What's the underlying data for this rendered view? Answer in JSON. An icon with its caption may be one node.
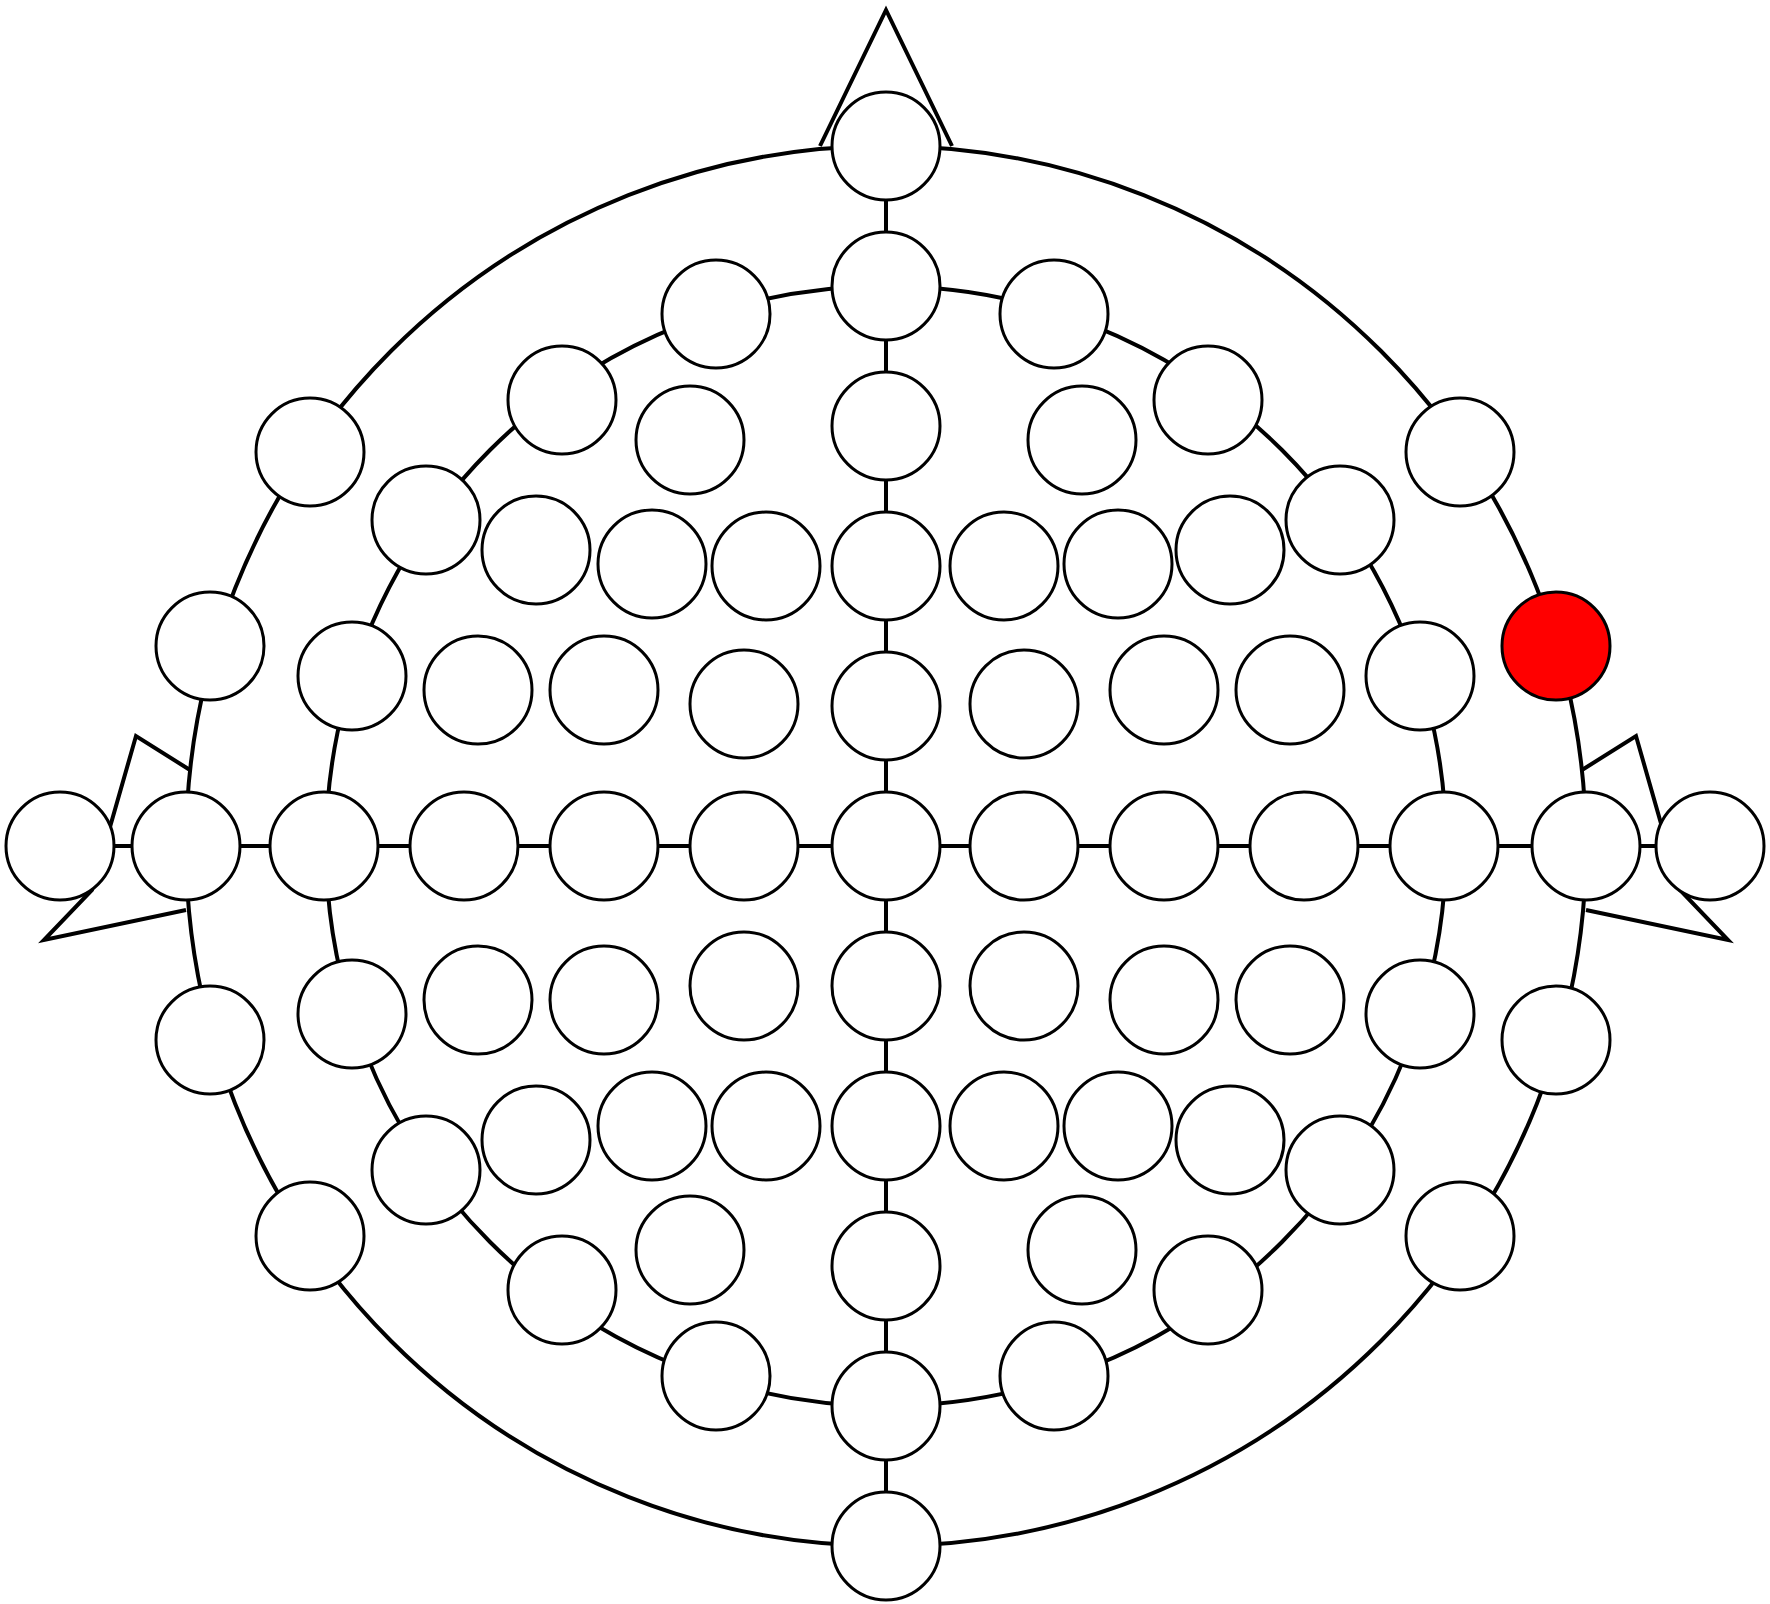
{
  "diagram": {
    "nodes": [
      {
        "text": [],
        "shape": "circle"
      },
      {
        "text": [],
        "shape": "circle"
      },
      {
        "text": [],
        "shape": "circle"
      },
      {
        "text": [],
        "shape": "circle"
      },
      {
        "text": [],
        "shape": "circle"
      },
      {
        "text": [],
        "shape": "circle"
      },
      {
        "text": [],
        "shape": "circle"
      },
      {
        "text": [],
        "shape": "circle"
      },
      {
        "text": [],
        "shape": "circle"
      },
      {
        "text": [],
        "shape": "circle"
      },
      {
        "text": [],
        "shape": "circle"
      },
      {
        "text": [],
        "shape": "circle"
      },
      {
        "text": [],
        "shape": "circle"
      },
      {
        "text": [],
        "shape": "circle"
      },
      {
        "text": [],
        "shape": "circle"
      },
      {
        "text": [],
        "shape": "circle"
      },
      {
        "text": [],
        "shape": "circle"
      },
      {
        "text": [],
        "shape": "circle"
      },
      {
        "text": [],
        "shape": "circle"
      },
      {
        "text": [],
        "shape": "circle"
      },
      {
        "text": [],
        "shape": "circle"
      },
      {
        "text": [],
        "shape": "circle"
      },
      {
        "text": [],
        "shape": "circle"
      },
      {
        "text": [],
        "shape": "circle"
      },
      {
        "text": [],
        "shape": "circle"
      },
      {
        "text": [],
        "shape": "circle"
      },
      {
        "text": [],
        "shape": "circle"
      },
      {
        "text": [],
        "shape": "circle"
      },
      {
        "text": [],
        "shape": "circle"
      },
      {
        "text": [],
        "shape": "circle"
      },
      {
        "text": [],
        "shape": "circle"
      },
      {
        "text": [],
        "shape": "circle"
      },
      {
        "text": [],
        "shape": "circle"
      },
      {
        "text": [],
        "shape": "circle"
      },
      {
        "text": [],
        "shape": "circle"
      },
      {
        "text": [],
        "shape": "circle"
      },
      {
        "text": [],
        "shape": "circle"
      },
      {
        "text": [],
        "shape": "circle"
      },
      {
        "text": [],
        "shape": "circle"
      },
      {
        "text": [],
        "shape": "circle"
      },
      {
        "text": [],
        "shape": "circle"
      },
      {
        "text": [],
        "shape": "circle"
      },
      {
        "text": [],
        "shape": "circle"
      },
      {
        "text": [],
        "shape": "circle"
      },
      {
        "text": [],
        "shape": "circle"
      },
      {
        "text": [],
        "shape": "circle"
      },
      {
        "text": [],
        "shape": "circle"
      },
      {
        "text": [],
        "shape": "circle"
      },
      {
        "text": [],
        "shape": "circle"
      },
      {
        "text": [],
        "shape": "circle"
      },
      {
        "text": [],
        "shape": "circle"
      },
      {
        "text": [],
        "shape": "circle"
      },
      {
        "text": [],
        "shape": "circle"
      },
      {
        "text": [],
        "shape": "circle"
      },
      {
        "text": [],
        "shape": "circle"
      },
      {
        "text": [],
        "shape": "circle"
      },
      {
        "text": [],
        "shape": "circle"
      },
      {
        "text": [],
        "shape": "circle"
      },
      {
        "text": [],
        "shape": "circle"
      },
      {
        "text": [],
        "shape": "circle"
      },
      {
        "text": [],
        "shape": "circle"
      },
      {
        "text": [],
        "shape": "circle"
      },
      {
        "text": [],
        "shape": "circle"
      },
      {
        "text": [],
        "shape": "circle"
      },
      {
        "text": [],
        "shape": "circle"
      },
      {
        "text": [],
        "shape": "circle"
      },
      {
        "text": [],
        "shape": "circle"
      },
      {
        "text": [],
        "shape": "circle"
      },
      {
        "text": [],
        "shape": "circle"
      },
      {
        "text": [],
        "shape": "circle"
      },
      {
        "text": [],
        "shape": "circle"
      },
      {
        "text": [],
        "shape": "circle"
      },
      {
        "text": [],
        "shape": "circle"
      },
      {
        "text": [],
        "shape": "circle"
      },
      {
        "text": [],
        "shape": "circle"
      }
    ],
    "edges": [
      {
        "from": 0,
        "to": 1,
        "arrow": "none"
      },
      {
        "from": 1,
        "to": 6,
        "arrow": "none"
      },
      {
        "from": 6,
        "to": 18,
        "arrow": "none"
      },
      {
        "from": 18,
        "to": 30,
        "arrow": "none"
      },
      {
        "from": 30,
        "to": 37,
        "arrow": "none"
      },
      {
        "from": 37,
        "to": 45,
        "arrow": "none"
      },
      {
        "from": 45,
        "to": 57,
        "arrow": "none"
      },
      {
        "from": 57,
        "to": 68,
        "arrow": "none"
      },
      {
        "from": 68,
        "to": 73,
        "arrow": "none"
      },
      {
        "from": 73,
        "to": 74,
        "arrow": "none"
      },
      {
        "from": 31,
        "to": 32,
        "arrow": "none"
      },
      {
        "from": 32,
        "to": 33,
        "arrow": "none"
      },
      {
        "from": 33,
        "to": 34,
        "arrow": "none"
      },
      {
        "from": 34,
        "to": 35,
        "arrow": "none"
      },
      {
        "from": 35,
        "to": 36,
        "arrow": "none"
      },
      {
        "from": 36,
        "to": 37,
        "arrow": "none"
      },
      {
        "from": 37,
        "to": 38,
        "arrow": "none"
      },
      {
        "from": 38,
        "to": 39,
        "arrow": "none"
      },
      {
        "from": 39,
        "to": 40,
        "arrow": "none"
      },
      {
        "from": 40,
        "to": 41,
        "arrow": "none"
      },
      {
        "from": 41,
        "to": 42,
        "arrow": "none"
      },
      {
        "from": 42,
        "to": 43,
        "arrow": "none"
      }
    ]
  }
}
